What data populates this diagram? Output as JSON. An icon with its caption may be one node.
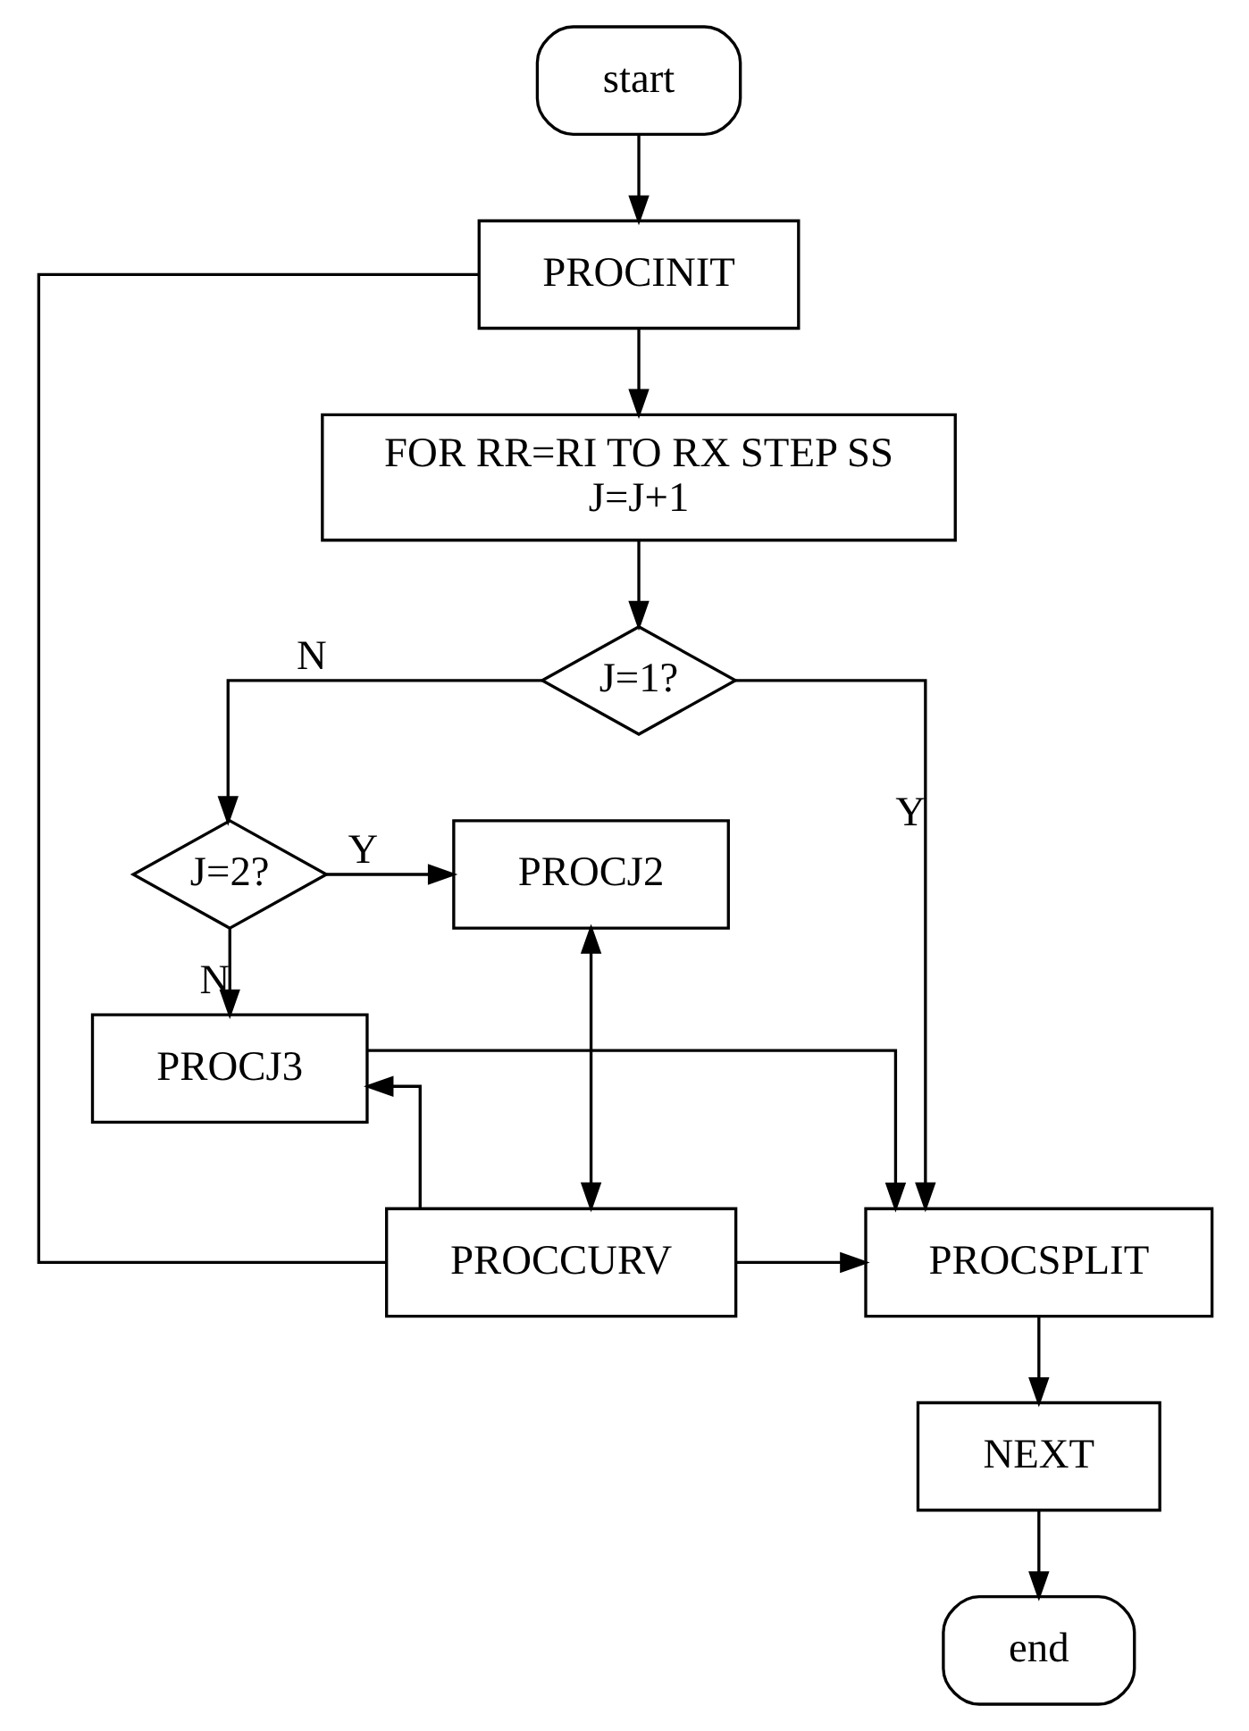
{
  "diagram": {
    "nodes": [
      {
        "text": [
          "start"
        ]
      },
      {
        "text": [
          "PROCINIT"
        ]
      },
      {
        "text": [
          "FOR RR=RI TO RX STEP SS",
          "J=J+1"
        ]
      },
      {
        "text": [
          "J=1?"
        ]
      },
      {
        "text": [
          "J=2?"
        ]
      },
      {
        "text": [
          "PROCJ2"
        ]
      },
      {
        "text": [
          "PROCJ3"
        ]
      },
      {
        "text": [
          "PROCSPLIT"
        ]
      },
      {
        "text": [
          "PROCCURV"
        ]
      },
      {
        "text": [
          "NEXT"
        ]
      },
      {
        "text": [
          "end"
        ]
      }
    ],
    "edges": [
      {
        "from": 0,
        "to": 1,
        "arrow": "to"
      },
      {
        "from": 1,
        "to": 2,
        "arrow": "to"
      },
      {
        "from": 2,
        "to": 3,
        "arrow": "to"
      },
      {
        "from": 3,
        "to": 7,
        "arrow": "to",
        "label": "Y"
      },
      {
        "from": 3,
        "to": 4,
        "arrow": "to",
        "label": "N"
      },
      {
        "from": 4,
        "to": 5,
        "arrow": "to",
        "label": "Y"
      },
      {
        "from": 4,
        "to": 6,
        "arrow": "to",
        "label": "N"
      },
      {
        "from": 5,
        "to": 8,
        "arrow": "both"
      },
      {
        "from": 8,
        "to": 6,
        "arrow": "to"
      },
      {
        "from": 6,
        "to": 7,
        "arrow": "to"
      },
      {
        "from": 8,
        "to": 7,
        "arrow": "to"
      },
      {
        "from": 7,
        "to": 9,
        "arrow": "to"
      },
      {
        "from": 9,
        "to": 10,
        "arrow": "to"
      },
      {
        "from": 1,
        "to": 8,
        "arrow": "none"
      }
    ]
  }
}
